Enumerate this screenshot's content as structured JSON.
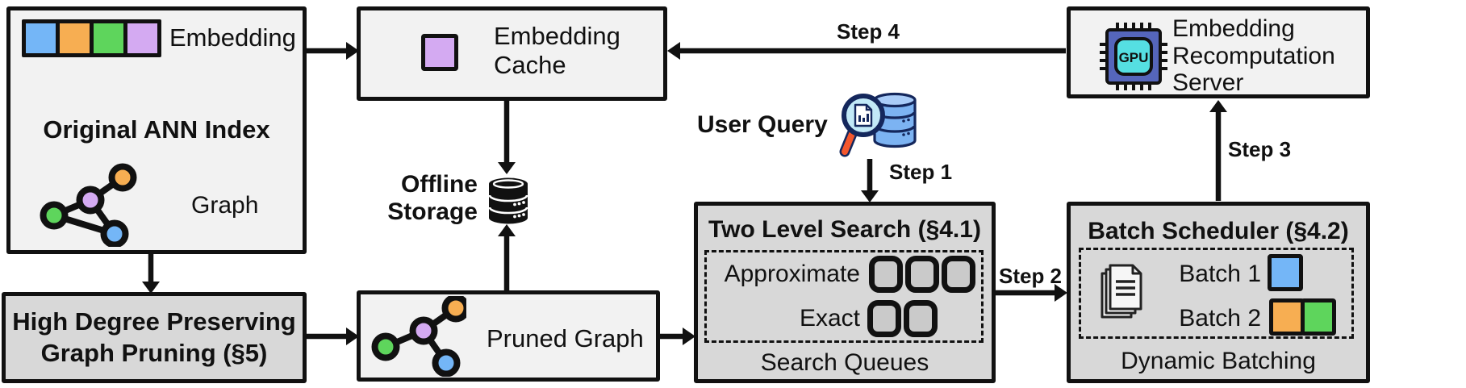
{
  "colors": {
    "blue": "#74b6f7",
    "orange": "#f7ae52",
    "green": "#5ed55c",
    "purple": "#d4aaf2",
    "box_light": "#f2f2f2",
    "box_dark": "#d8d8d8",
    "ink": "#111111",
    "queue_cell": "#cacaca",
    "chip_body": "#5566bb",
    "chip_core": "#55dfe2",
    "query_db": "#7cb3f2",
    "query_db_light": "#a9ccf8",
    "query_outline": "#14275c",
    "lens": "#c2e9f7",
    "handle": "#f4572d",
    "page": "#f6f6f6"
  },
  "ann_index": {
    "title": "Original ANN Index",
    "embedding_label": "Embedding",
    "graph_label": "Graph"
  },
  "pruning": {
    "line1": "High Degree Preserving",
    "line2": "Graph Pruning (§5)"
  },
  "embedding_cache": {
    "line1": "Embedding",
    "line2": "Cache"
  },
  "offline_storage": {
    "line1": "Offline",
    "line2": "Storage"
  },
  "pruned_graph": {
    "label": "Pruned Graph"
  },
  "user_query": {
    "label": "User Query"
  },
  "two_level_search": {
    "title": "Two Level Search (§4.1)",
    "row1_label": "Approximate",
    "row2_label": "Exact",
    "footer": "Search Queues"
  },
  "batch_scheduler": {
    "title": "Batch Scheduler (§4.2)",
    "row1_label": "Batch 1",
    "row2_label": "Batch 2",
    "footer": "Dynamic Batching"
  },
  "recomputation_server": {
    "line1": "Embedding",
    "line2": "Recomputation",
    "line3": "Server",
    "gpu_label": "GPU"
  },
  "steps": {
    "step1": "Step 1",
    "step2": "Step 2",
    "step3": "Step 3",
    "step4": "Step 4"
  },
  "icons": {
    "embedding_vector": "four colored squares",
    "graph": "colored graph nodes with edges",
    "pruned_graph": "colored graph tree",
    "offline_storage": "black database cylinder stack",
    "user_query": "magnifier with document over blue database",
    "gpu_chip": "GPU chip with pins",
    "documents": "stacked pages"
  }
}
